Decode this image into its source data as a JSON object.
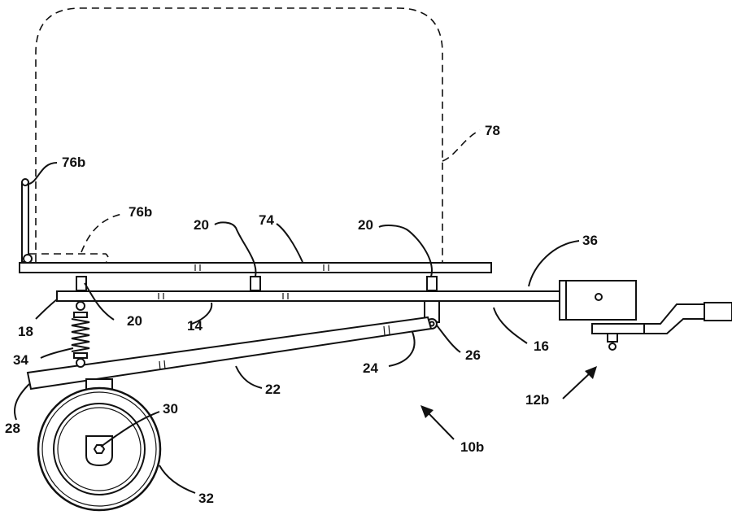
{
  "figure": {
    "labels": {
      "l76b_top": "76b",
      "l76b_mid": "76b",
      "l78": "78",
      "l74": "74",
      "l20_left": "20",
      "l20_right": "20",
      "l20_low": "20",
      "l36": "36",
      "l18": "18",
      "l14": "14",
      "l16": "16",
      "l26": "26",
      "l24": "24",
      "l22": "22",
      "l34": "34",
      "l28": "28",
      "l30": "30",
      "l32": "32",
      "l10b": "10b",
      "l12b": "12b"
    }
  }
}
